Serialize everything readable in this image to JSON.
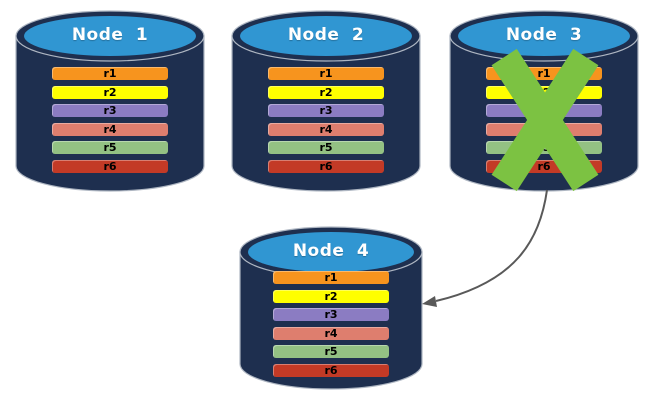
{
  "diagram": {
    "kind": "database-replication-failover",
    "nodes": [
      {
        "id": "node-1",
        "title": "Node 1",
        "failed": false,
        "replicas": [
          {
            "label": "r1",
            "color": "#F7941E"
          },
          {
            "label": "r2",
            "color": "#FFFF00"
          },
          {
            "label": "r3",
            "color": "#8B7CC2"
          },
          {
            "label": "r4",
            "color": "#DE7E6E"
          },
          {
            "label": "r5",
            "color": "#93C183"
          },
          {
            "label": "r6",
            "color": "#C33A26"
          }
        ]
      },
      {
        "id": "node-2",
        "title": "Node 2",
        "failed": false,
        "replicas": [
          {
            "label": "r1",
            "color": "#F7941E"
          },
          {
            "label": "r2",
            "color": "#FFFF00"
          },
          {
            "label": "r3",
            "color": "#8B7CC2"
          },
          {
            "label": "r4",
            "color": "#DE7E6E"
          },
          {
            "label": "r5",
            "color": "#93C183"
          },
          {
            "label": "r6",
            "color": "#C33A26"
          }
        ]
      },
      {
        "id": "node-3",
        "title": "Node 3",
        "failed": true,
        "replicas": [
          {
            "label": "r1",
            "color": "#F7941E"
          },
          {
            "label": "r2",
            "color": "#FFFF00"
          },
          {
            "label": "r3",
            "color": "#8B7CC2"
          },
          {
            "label": "r4",
            "color": "#DE7E6E"
          },
          {
            "label": "r5",
            "color": "#93C183"
          },
          {
            "label": "r6",
            "color": "#C33A26"
          }
        ]
      },
      {
        "id": "node-4",
        "title": "Node 4",
        "failed": false,
        "replicas": [
          {
            "label": "r1",
            "color": "#F7941E"
          },
          {
            "label": "r2",
            "color": "#FFFF00"
          },
          {
            "label": "r3",
            "color": "#8B7CC2"
          },
          {
            "label": "r4",
            "color": "#DE7E6E"
          },
          {
            "label": "r5",
            "color": "#93C183"
          },
          {
            "label": "r6",
            "color": "#C33A26"
          }
        ]
      }
    ],
    "failure": {
      "node": "Node 3",
      "icon": "x-mark"
    },
    "arrow": {
      "from": "Node 3",
      "to": "Node 4"
    },
    "colors": {
      "cylinder_body": "#1E2F4F",
      "cylinder_top": "#3096D2",
      "outline": "#AEB6C2",
      "failure_x": "#7CC242",
      "arrow": "#595959",
      "title_text": "#FFFFFF",
      "replica_text": "#000000"
    }
  }
}
